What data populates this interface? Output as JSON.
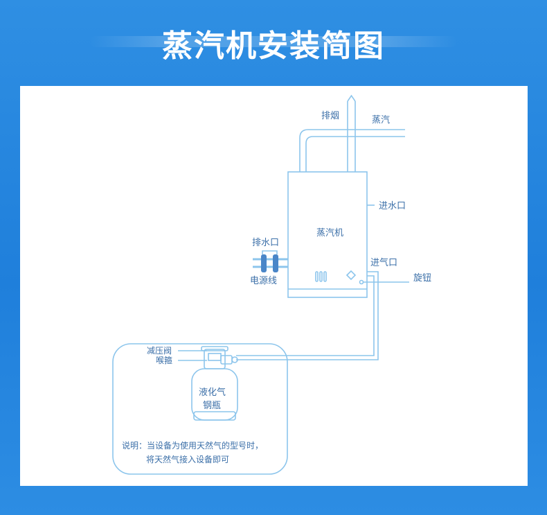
{
  "title": "蒸汽机安装简图",
  "labels": {
    "exhaust": "排烟",
    "steam": "蒸汽",
    "water_inlet": "进水口",
    "machine": "蒸汽机",
    "drain": "排水口",
    "gas_inlet": "进气口",
    "knob": "旋钮",
    "power_cord": "电源线",
    "pressure_valve": "减压阀",
    "hose_clamp": "喉箍",
    "cylinder_line1": "液化气",
    "cylinder_line2": "钢瓶",
    "note_line1": "说明：当设备为使用天然气的型号时，",
    "note_line2": "将天然气接入设备即可"
  },
  "colors": {
    "background": "#1f7fdb",
    "line": "#8cc5ec",
    "text": "#3b6fa8"
  }
}
